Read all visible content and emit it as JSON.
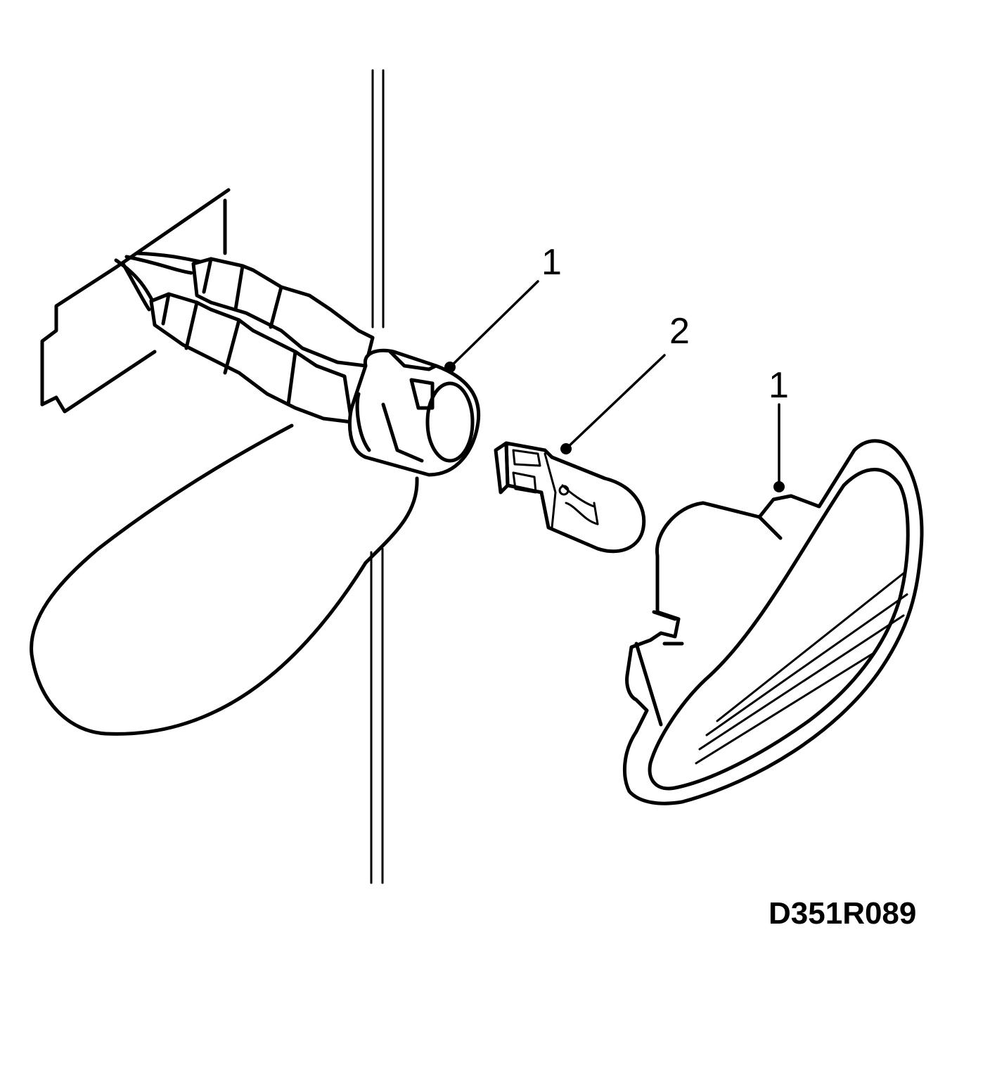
{
  "callouts": {
    "holder_label": "1",
    "bulb_label": "2",
    "lamp_label": "1"
  },
  "figure_code": "D351R089"
}
